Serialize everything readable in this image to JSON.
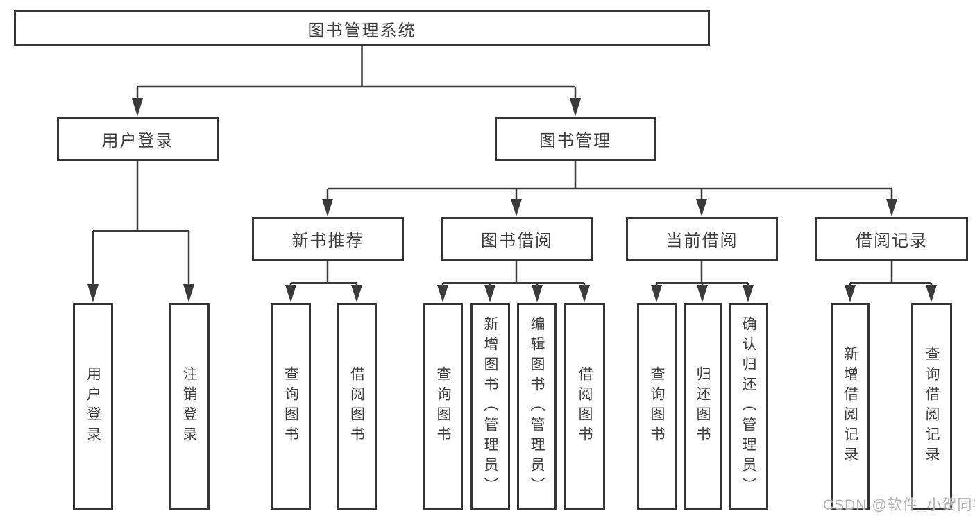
{
  "diagram": {
    "title": "图书管理系统",
    "level2": {
      "user_login": "用户登录",
      "book_management": "图书管理"
    },
    "level3": {
      "new_book_recommend": "新书推荐",
      "book_borrow": "图书借阅",
      "current_borrow": "当前借阅",
      "borrow_records": "借阅记录"
    },
    "leaves": {
      "user_login": "用户登录",
      "logout": "注销登录",
      "nb_query_books": "查询图书",
      "nb_borrow_books": "借阅图书",
      "bb_query_books": "查询图书",
      "bb_add_books_admin": "新增图书（管理员）",
      "bb_edit_books_admin": "编辑图书（管理员）",
      "bb_borrow_books": "借阅图书",
      "cb_query_books": "查询图书",
      "cb_return_books": "归还图书",
      "cb_confirm_return_admin": "确认归还（管理员）",
      "br_add_record": "新增借阅记录",
      "br_query_record": "查询借阅记录"
    }
  },
  "watermark": "CSDN @软件_小贺同学",
  "colors": {
    "line": "#3a3a3a",
    "text": "#3c3c3c",
    "watermark": "#b3b3b3"
  }
}
